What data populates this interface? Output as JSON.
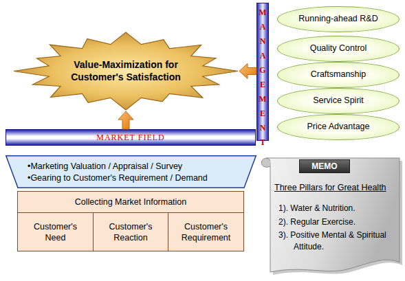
{
  "diagram": {
    "nodes": [
      {
        "text": [
          "Value-Maximization for Customer's Satisfaction"
        ]
      },
      {
        "text": [
          "MANAGEMENT"
        ]
      },
      {
        "text": [
          "Running-ahead R&D"
        ]
      },
      {
        "text": [
          "Quality Control"
        ]
      },
      {
        "text": [
          "Craftsmanship"
        ]
      },
      {
        "text": [
          "Service Spirit"
        ]
      },
      {
        "text": [
          "Price Advantage"
        ]
      },
      {
        "text": [
          "MARKET FIELD"
        ]
      },
      {
        "text": [
          "•Marketing Valuation / Appraisal / Survey",
          "•Gearing to Customer's Requirement / Demand"
        ]
      },
      {
        "text": [
          "Collecting Market Information"
        ]
      },
      {
        "text": [
          "Customer's Need"
        ],
        "in": 9
      },
      {
        "text": [
          "Customer's Reaction"
        ],
        "in": 9
      },
      {
        "text": [
          "Customer's Requirement"
        ],
        "in": 9
      },
      {
        "text": [
          "Three Pillars for Great Health",
          "1). Water & Nutrition.",
          "2). Regular Exercise.",
          "3). Positive Mental & Spiritual Attitude."
        ]
      },
      {
        "text": [
          "MEMO"
        ],
        "in": 13
      }
    ],
    "edges": [
      {
        "from": 1,
        "to": 0,
        "arrow": "to"
      },
      {
        "from": 7,
        "to": 0,
        "arrow": "to"
      }
    ]
  }
}
